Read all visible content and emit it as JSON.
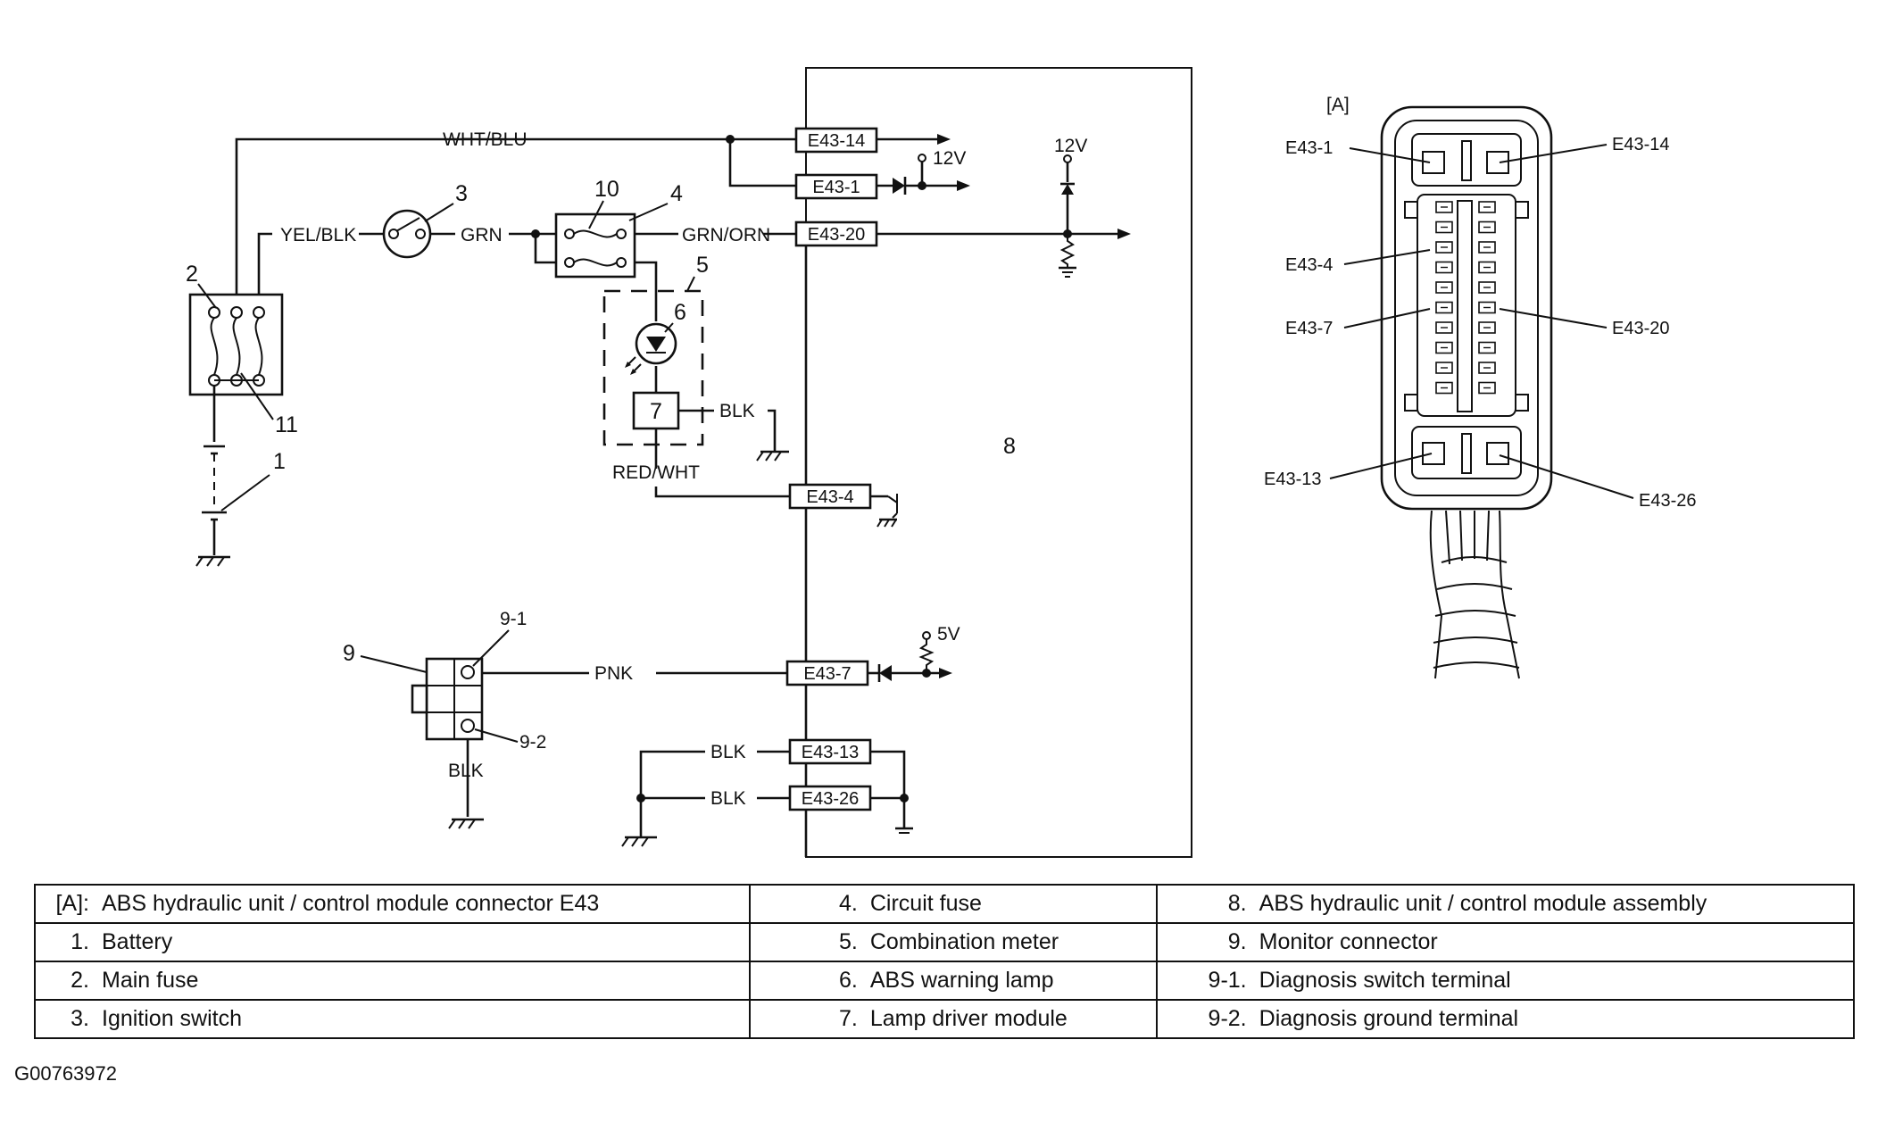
{
  "diagram": {
    "wires": {
      "wht_blu": "WHT/BLU",
      "yel_blk": "YEL/BLK",
      "grn": "GRN",
      "grn_orn": "GRN/ORN",
      "blk": "BLK",
      "red_wht": "RED/WHT",
      "pnk": "PNK"
    },
    "terminals": {
      "e43_14": "E43-14",
      "e43_1": "E43-1",
      "e43_20": "E43-20",
      "e43_4": "E43-4",
      "e43_7": "E43-7",
      "e43_13": "E43-13",
      "e43_26": "E43-26"
    },
    "voltages": {
      "v12_a": "12V",
      "v12_b": "12V",
      "v5": "5V"
    },
    "callouts": {
      "n1": "1",
      "n2": "2",
      "n3": "3",
      "n4": "4",
      "n5": "5",
      "n6": "6",
      "n7": "7",
      "n8": "8",
      "n9": "9",
      "n9_1": "9-1",
      "n9_2": "9-2",
      "n10": "10",
      "n11": "11"
    },
    "connector": {
      "label": "[A]",
      "pins": {
        "e43_1": "E43-1",
        "e43_14": "E43-14",
        "e43_4": "E43-4",
        "e43_7": "E43-7",
        "e43_20": "E43-20",
        "e43_13": "E43-13",
        "e43_26": "E43-26"
      }
    }
  },
  "legend": [
    [
      {
        "num": "[A]:",
        "text": "ABS hydraulic unit / control module connector E43"
      },
      {
        "num": "4.",
        "text": "Circuit fuse"
      },
      {
        "num": "8.",
        "text": "ABS hydraulic unit / control module assembly"
      }
    ],
    [
      {
        "num": "1.",
        "text": "Battery"
      },
      {
        "num": "5.",
        "text": "Combination meter"
      },
      {
        "num": "9.",
        "text": "Monitor connector"
      }
    ],
    [
      {
        "num": "2.",
        "text": "Main fuse"
      },
      {
        "num": "6.",
        "text": "ABS warning lamp"
      },
      {
        "num": "9-1.",
        "text": "Diagnosis switch terminal"
      }
    ],
    [
      {
        "num": "3.",
        "text": "Ignition switch"
      },
      {
        "num": "7.",
        "text": "Lamp driver module"
      },
      {
        "num": "9-2.",
        "text": "Diagnosis ground terminal"
      }
    ]
  ],
  "figure_id": "G00763972"
}
